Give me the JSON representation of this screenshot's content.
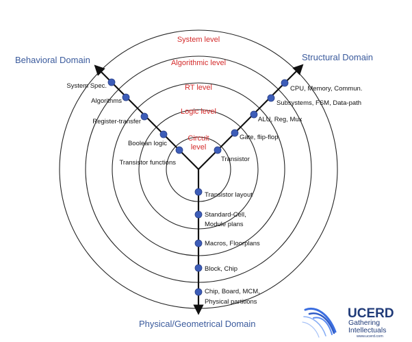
{
  "domains": {
    "behavioral": "Behavioral Domain",
    "structural": "Structural Domain",
    "physical": "Physical/Geometrical Domain"
  },
  "levels": {
    "system": "System level",
    "algorithmic": "Algorithmic level",
    "rt": "RT level",
    "logic": "Logic level",
    "circuit_line1": "Circuit",
    "circuit_line2": "level"
  },
  "behavioral_nodes": {
    "system_spec": "System Spec.",
    "algorithms": "Algorithms",
    "register_transfer": "Register-transfer",
    "boolean_logic": "Boolean logic",
    "transistor_functions": "Transistor functions"
  },
  "structural_nodes": {
    "cpu": "CPU, Memory, Commun.",
    "subsystems": "Subsystems, FSM, Data-path",
    "alu": "ALU, Reg, Mux",
    "gate": "Gate, flip-flop",
    "transistor": "Transistor"
  },
  "physical_nodes": {
    "transistor_layout": "Transistor layout",
    "standard_cell_line1": "Standard-Cell,",
    "standard_cell_line2": "Module plans",
    "macros": "Macros, Floorplans",
    "block": "Block, Chip",
    "chip_line1": "Chip, Board, MCM,",
    "chip_line2": "Physical partitions"
  },
  "logo": {
    "title": "UCERD",
    "tagline_line1": "Gathering",
    "tagline_line2": "Intellectuals",
    "url": "www.ucerd.com"
  },
  "colors": {
    "domain_title": "#3a5a9c",
    "level_label": "#d42a2a",
    "node_fill": "#3d5db8",
    "axis": "#111111"
  }
}
